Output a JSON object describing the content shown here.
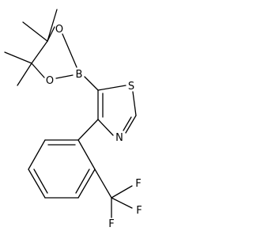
{
  "molecule": {
    "atoms": {
      "o1": "O",
      "o2": "O",
      "b": "B",
      "s": "S",
      "n": "N",
      "f1": "F",
      "f2": "F",
      "f3": "F"
    }
  }
}
